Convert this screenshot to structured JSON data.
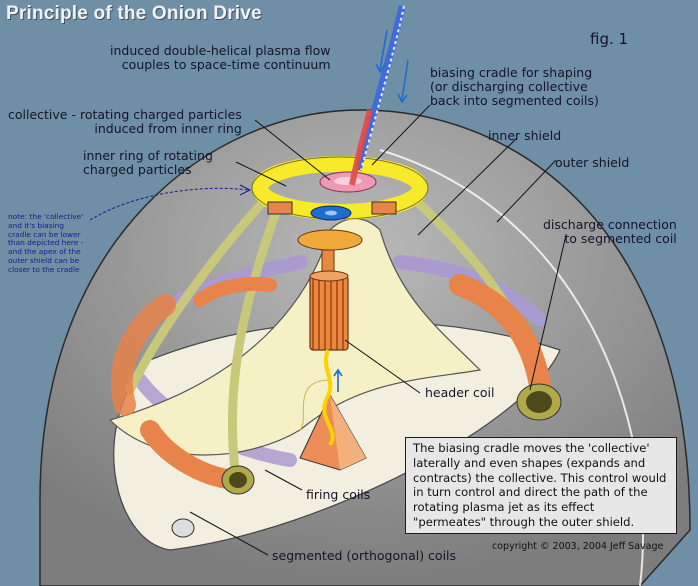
{
  "title": "Principle of the Onion Drive",
  "figure": "fig. 1",
  "labels": {
    "plasma_flow": "induced double-helical plasma flow\ncouples to space-time continuum",
    "biasing_cradle": "biasing cradle for shaping\n(or discharging collective\nback into segmented coils)",
    "collective": "collective - rotating charged particles\ninduced from inner ring",
    "inner_shield": "inner shield",
    "inner_ring": "inner ring of rotating\ncharged particles",
    "outer_shield": "outer shield",
    "discharge": "discharge connection\nto segmented coil",
    "header_coil": "header coil",
    "firing_coils": "firing coils",
    "segmented_coils": "segmented (orthogonal) coils"
  },
  "note": "note: the 'collective' and it's biasing cradle can be lower than depicted here - and the apex of the outer shield can be closer to the cradle",
  "explanation": "The biasing cradle moves the 'collective' laterally and even shapes (expands and contracts) the collective. This control would in turn control and direct the path of the rotating plasma jet as its effect \"permeates\" through the outer shield.",
  "copyright": "copyright © 2003, 2004 Jeff Savage",
  "colors": {
    "background": "#6e8fa6",
    "outer_shield": "#8f8f8f",
    "inner_shield": "#f6f0c6",
    "ring": "#f7ea2b",
    "collective": "#1f6cd1",
    "cradle": "#ef9ab4",
    "coil_orange": "#e8834a",
    "coil_purple": "#a99ad0"
  }
}
